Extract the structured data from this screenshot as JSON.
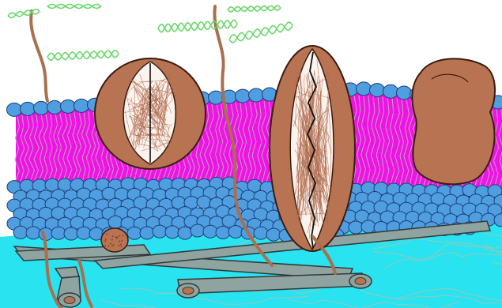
{
  "diagram": {
    "kind": "cell-membrane-illustration",
    "text_labels": [],
    "components": [
      "extracellular-dna-strands",
      "glycan-chains",
      "phospholipid-heads-outer",
      "lipid-tails",
      "phospholipid-heads-inner",
      "round-channel-protein",
      "oval-channel-protein",
      "peripheral-protein",
      "small-inner-protein",
      "cytoskeleton-filaments",
      "cytoplasm"
    ],
    "colors": {
      "background": "#ffffff",
      "lipid_head": "#4f9ee0",
      "lipid_head_outline": "#1b3f7a",
      "bilayer_core": "#f012e6",
      "lipid_tail": "#bfa1b8",
      "protein_body": "#b87352",
      "protein_outline": "#3a1c10",
      "channel_interior": "#fbf3ee",
      "channel_fiber": "#b06a4c",
      "cytoplasm": "#29e3f0",
      "filament_fill": "#8fa3a1",
      "filament_outline": "#2f3a3a",
      "dna_strand": "#6ad86a",
      "glycan_chain": "#a8704f"
    }
  }
}
